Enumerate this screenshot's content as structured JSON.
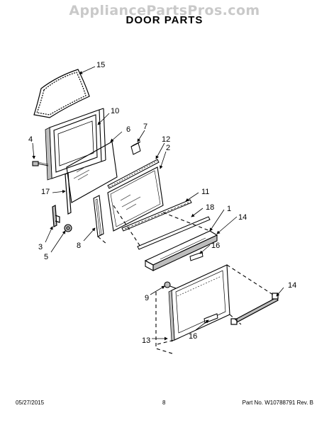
{
  "header": {
    "watermark": "AppliancePartsPros.com",
    "title": "DOOR PARTS"
  },
  "callouts": [
    "15",
    "10",
    "4",
    "6",
    "7",
    "12",
    "2",
    "17",
    "11",
    "18",
    "1",
    "14",
    "3",
    "5",
    "8",
    "16",
    "9",
    "14",
    "16",
    "13"
  ],
  "footer": {
    "date": "05/27/2015",
    "page": "8",
    "part_number": "Part No. W10788791  Rev. B"
  },
  "colors": {
    "line": "#000000",
    "watermark": "#c9c9c9",
    "glass_hatch": "#555555",
    "shade": "#bdbdbd"
  }
}
